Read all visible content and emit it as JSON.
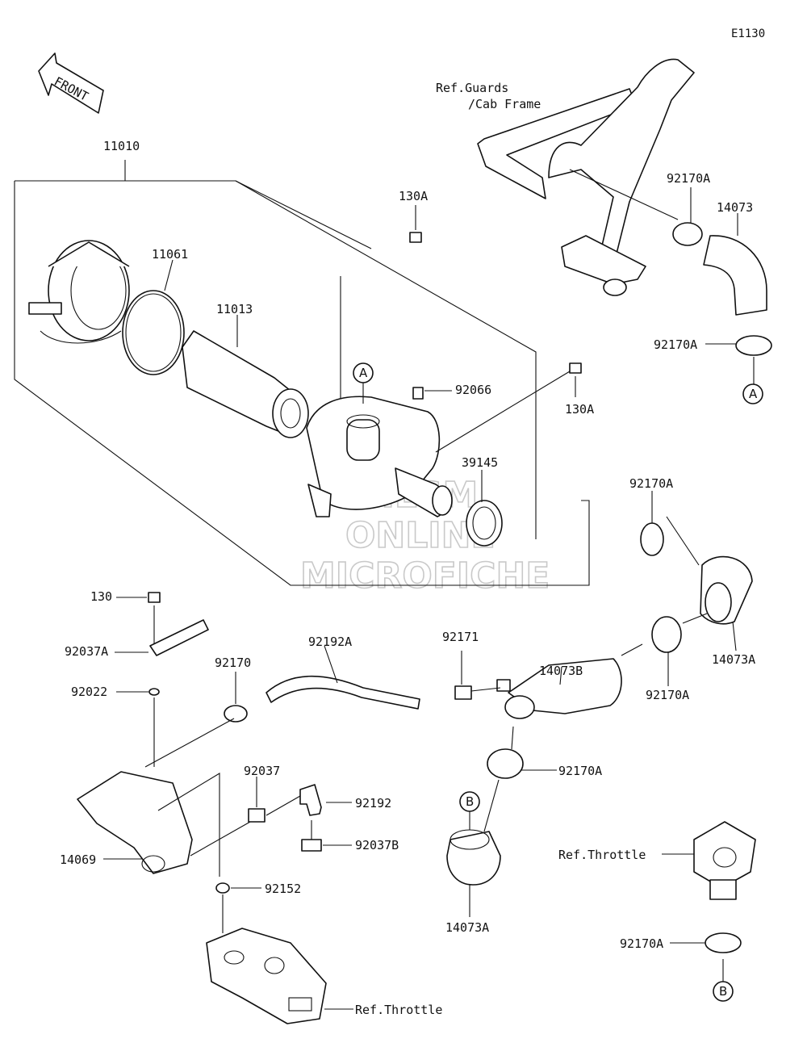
{
  "diagram_code": "E1130",
  "front_label": "FRONT",
  "refs": {
    "guards": "Ref.Guards",
    "cab_frame": "/Cab Frame",
    "throttle_right": "Ref.Throttle",
    "throttle_bottom": "Ref.Throttle"
  },
  "watermark": [
    "HLSM",
    "ONLINE",
    "MICROFICHE"
  ],
  "callouts": {
    "a1": "A",
    "a2": "A",
    "b1": "B",
    "b2": "B"
  },
  "part_numbers": {
    "p11010": "11010",
    "p11061": "11061",
    "p11013": "11013",
    "p130a_top": "130A",
    "p92066": "92066",
    "p130a_right": "130A",
    "p39145": "39145",
    "p92170a_1": "92170A",
    "p14073": "14073",
    "p92170a_2": "92170A",
    "p92170a_3": "92170A",
    "p14073a_1": "14073A",
    "p92170a_4": "92170A",
    "p130": "130",
    "p92037a": "92037A",
    "p92022": "92022",
    "p92170": "92170",
    "p92192a": "92192A",
    "p92171": "92171",
    "p14073b": "14073B",
    "p92170a_5": "92170A",
    "p92037": "92037",
    "p92192": "92192",
    "p92037b": "92037B",
    "p14069": "14069",
    "p92152": "92152",
    "p14073a_2": "14073A",
    "p92170a_6": "92170A"
  }
}
